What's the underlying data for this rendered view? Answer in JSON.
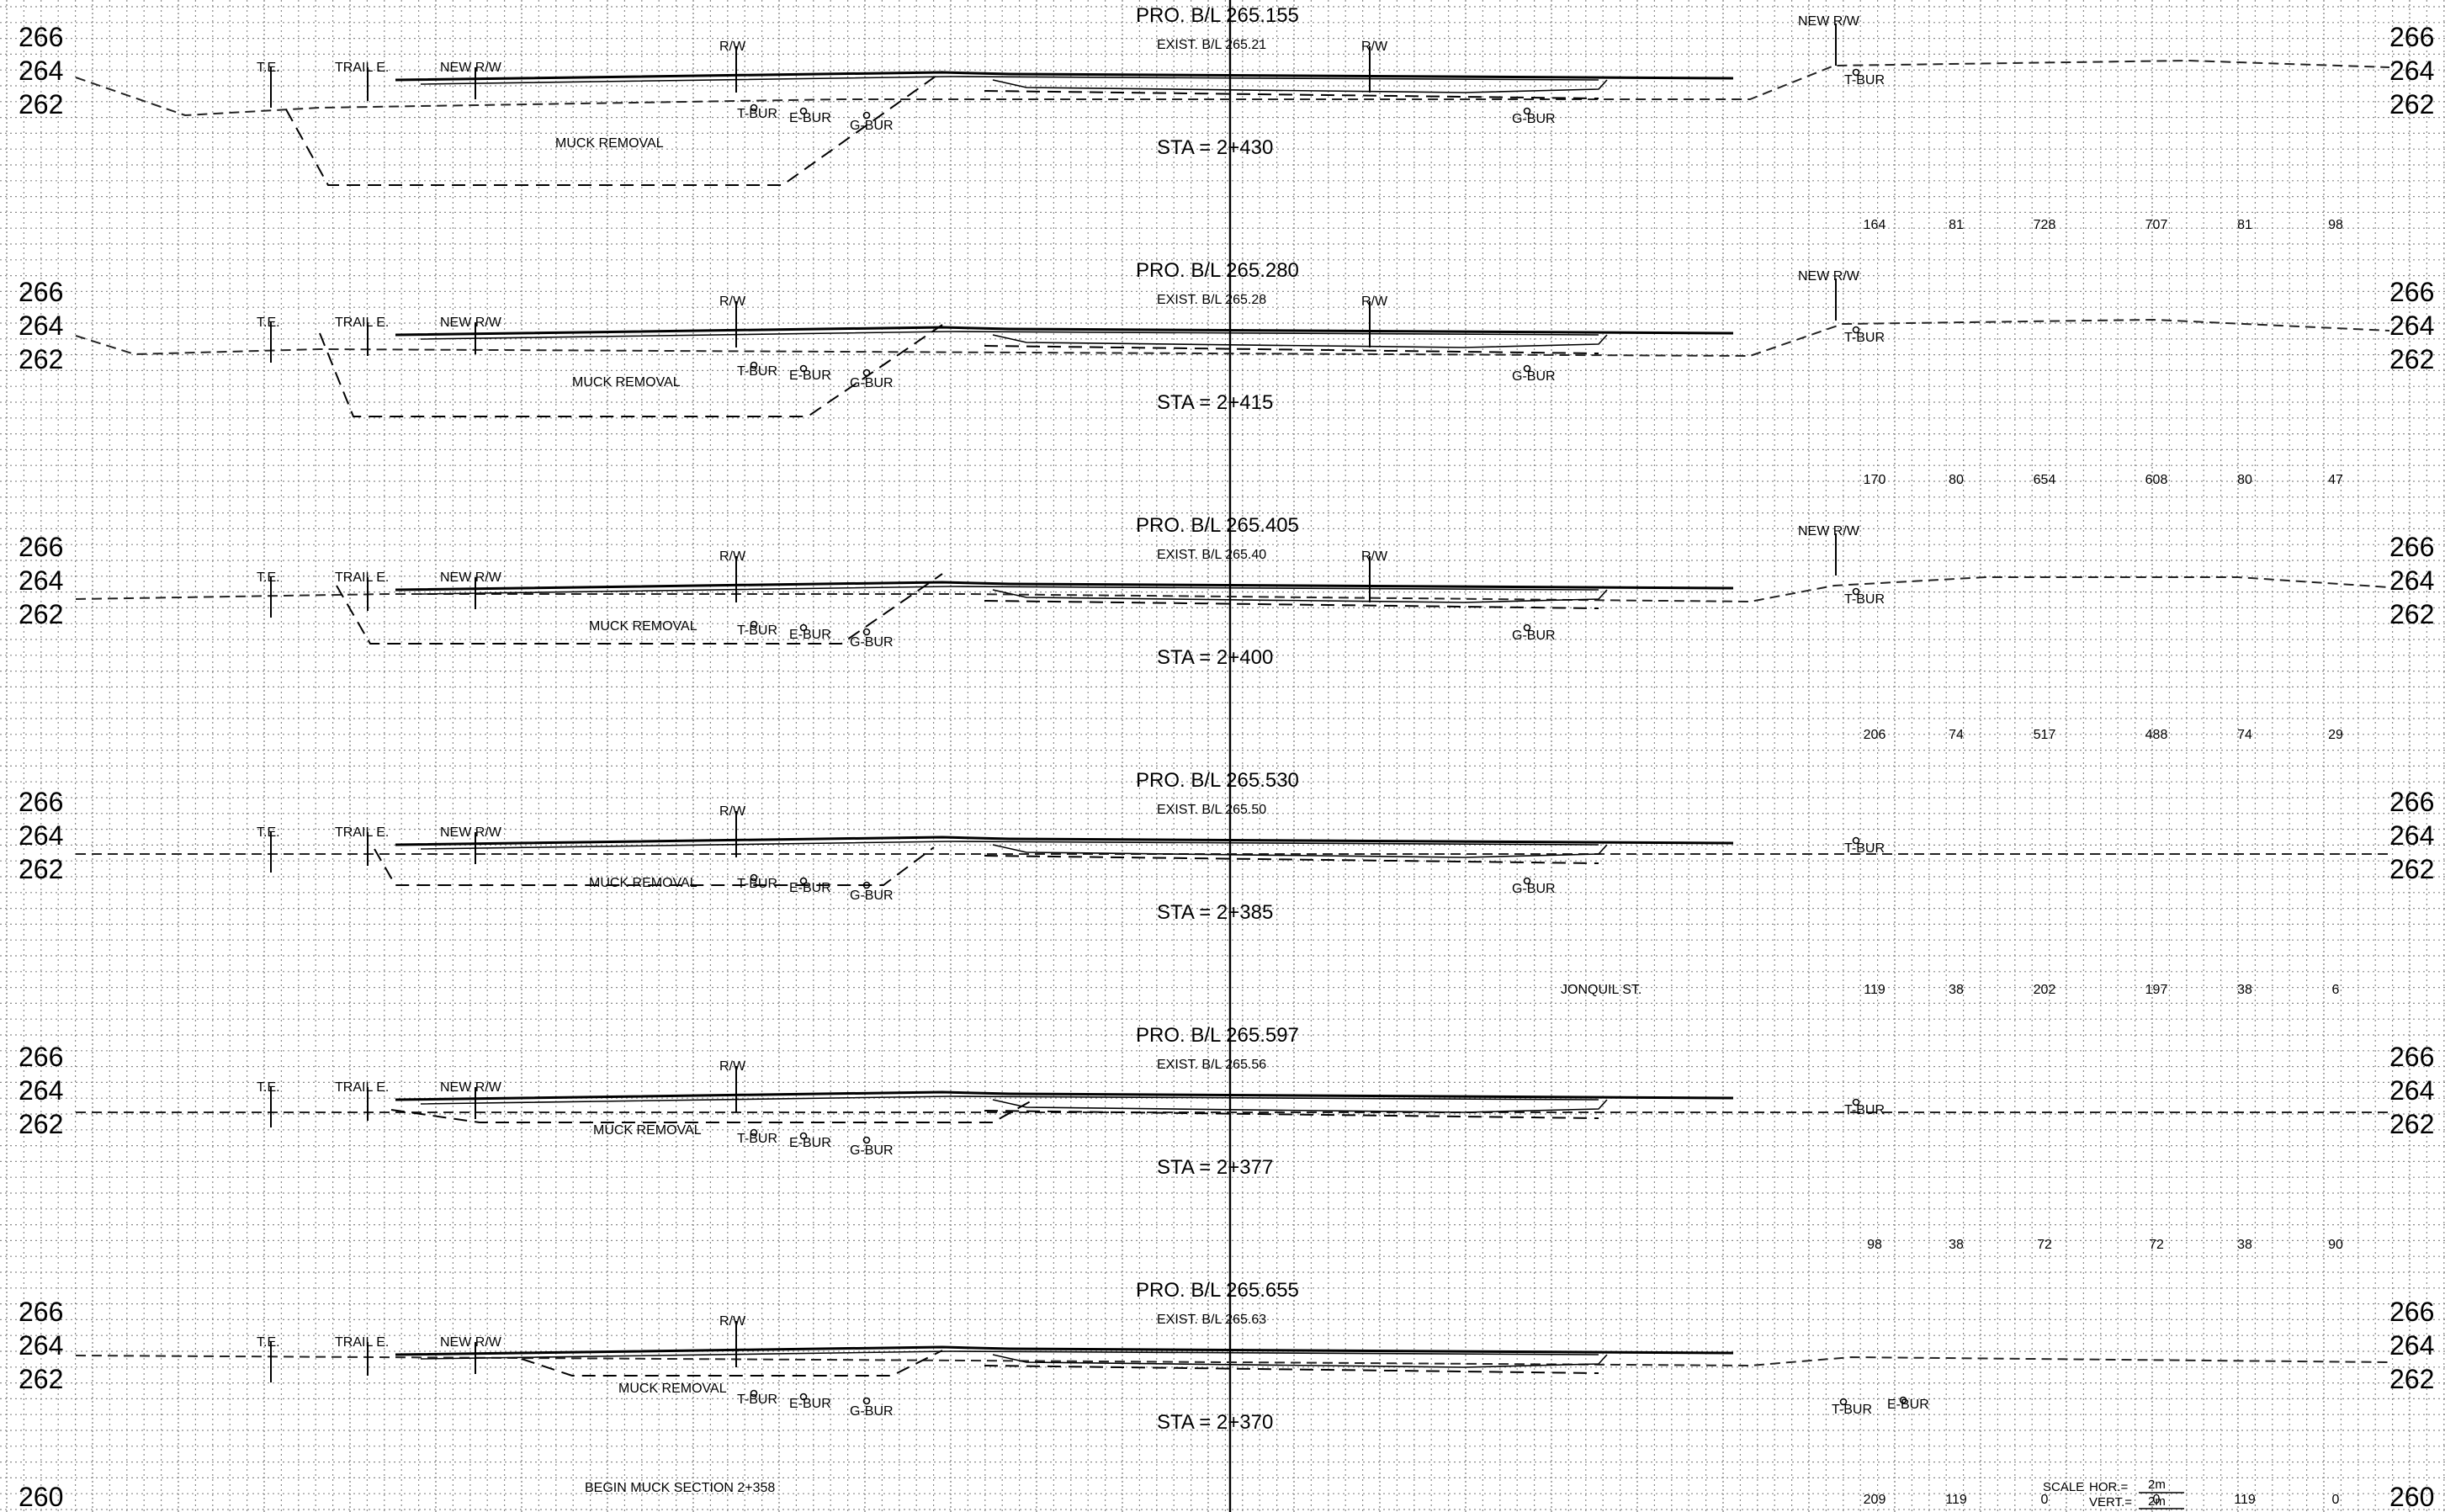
{
  "sheet": {
    "elevation_labels": [
      "266",
      "264",
      "262"
    ],
    "bottom_elevation": "260",
    "sections": [
      {
        "station": "STA = 2+430",
        "pro_bl": "PRO. B/L 265.155",
        "exist_bl": "EXIST. B/L 265.21",
        "labels": {
          "te": "T.E.",
          "trail": "TRAIL E.",
          "new_rw_left": "NEW R/W",
          "rw_left": "R/W",
          "rw_right": "R/W",
          "new_rw_right": "NEW R/W",
          "muck": "MUCK REMOVAL",
          "t_bur": "T-BUR",
          "e_bur": "E-BUR",
          "g_bur": "G-BUR",
          "g_bur_right": "G-BUR",
          "t_bur_right": "T-BUR"
        },
        "quantities": [
          "164",
          "81",
          "728",
          "707",
          "81",
          "98"
        ]
      },
      {
        "station": "STA = 2+415",
        "pro_bl": "PRO. B/L 265.280",
        "exist_bl": "EXIST. B/L 265.28",
        "labels": {
          "te": "T.E.",
          "trail": "TRAIL E.",
          "new_rw_left": "NEW R/W",
          "rw_left": "R/W",
          "rw_right": "R/W",
          "new_rw_right": "NEW R/W",
          "muck": "MUCK REMOVAL",
          "t_bur": "T-BUR",
          "e_bur": "E-BUR",
          "g_bur": "G-BUR",
          "g_bur_right": "G-BUR",
          "t_bur_right": "T-BUR"
        },
        "quantities": [
          "170",
          "80",
          "654",
          "608",
          "80",
          "47"
        ]
      },
      {
        "station": "STA = 2+400",
        "pro_bl": "PRO. B/L 265.405",
        "exist_bl": "EXIST. B/L 265.40",
        "labels": {
          "te": "T.E.",
          "trail": "TRAIL E.",
          "new_rw_left": "NEW R/W",
          "rw_left": "R/W",
          "rw_right": "R/W",
          "new_rw_right": "NEW R/W",
          "muck": "MUCK REMOVAL",
          "t_bur": "T-BUR",
          "e_bur": "E-BUR",
          "g_bur": "G-BUR",
          "g_bur_right": "G-BUR",
          "t_bur_right": "T-BUR"
        },
        "quantities": [
          "206",
          "74",
          "517",
          "488",
          "74",
          "29"
        ]
      },
      {
        "station": "STA = 2+385",
        "pro_bl": "PRO. B/L 265.530",
        "exist_bl": "EXIST. B/L 265.50",
        "labels": {
          "te": "T.E.",
          "trail": "TRAIL E.",
          "new_rw_left": "NEW R/W",
          "rw_left": "R/W",
          "muck": "MUCK REMOVAL",
          "t_bur": "T-BUR",
          "e_bur": "E-BUR",
          "g_bur": "G-BUR",
          "g_bur_right": "G-BUR",
          "t_bur_right": "T-BUR"
        },
        "quantities": [
          "119",
          "38",
          "202",
          "197",
          "38",
          "6"
        ],
        "street": "JONQUIL ST."
      },
      {
        "station": "STA = 2+377",
        "pro_bl": "PRO. B/L 265.597",
        "exist_bl": "EXIST. B/L 265.56",
        "labels": {
          "te": "T.E.",
          "trail": "TRAIL E.",
          "new_rw_left": "NEW R/W",
          "rw_left": "R/W",
          "muck": "MUCK REMOVAL",
          "t_bur": "T-BUR",
          "e_bur": "E-BUR",
          "g_bur": "G-BUR",
          "t_bur_right": "T-BUR"
        },
        "quantities": [
          "98",
          "38",
          "72",
          "72",
          "38",
          "90"
        ]
      },
      {
        "station": "STA = 2+370",
        "pro_bl": "PRO. B/L 265.655",
        "exist_bl": "EXIST. B/L 265.63",
        "labels": {
          "te": "T.E.",
          "trail": "TRAIL E.",
          "new_rw_left": "NEW R/W",
          "rw_left": "R/W",
          "muck": "MUCK REMOVAL",
          "t_bur": "T-BUR",
          "e_bur": "E-BUR",
          "g_bur": "G-BUR",
          "t_bur_right": "T-BUR",
          "e_bur_right": "E-BUR"
        },
        "quantities": [
          "209",
          "119",
          "0",
          "0",
          "119",
          "0"
        ]
      }
    ],
    "begin_note": "BEGIN MUCK SECTION 2+358",
    "scale": {
      "label": "SCALE",
      "hor": "HOR.=",
      "hor_value": "2m",
      "vert": "VERT.=",
      "vert_value": "2m"
    }
  }
}
